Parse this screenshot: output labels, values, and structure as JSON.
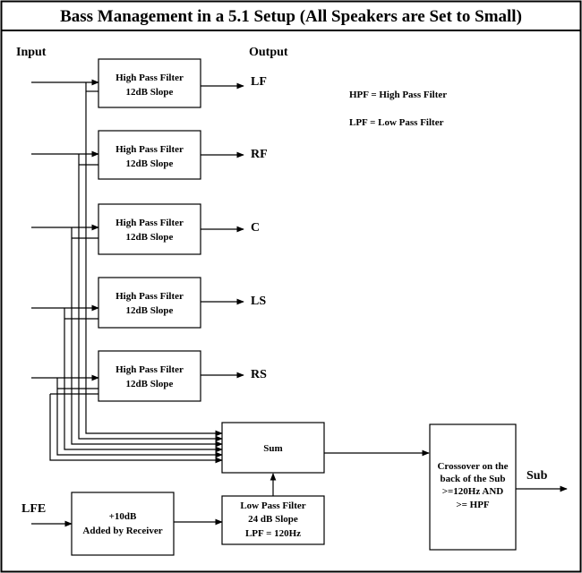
{
  "title": "Bass Management in a 5.1 Setup (All Speakers are Set to Small)",
  "input_label": "Input",
  "output_label": "Output",
  "hpf": {
    "line1": "High Pass Filter",
    "line2": "12dB Slope"
  },
  "outputs": [
    "LF",
    "RF",
    "C",
    "LS",
    "RS"
  ],
  "legend": {
    "hpf": "HPF = High Pass Filter",
    "lpf": "LPF = Low Pass Filter"
  },
  "sum_label": "Sum",
  "lfe_label": "LFE",
  "gain": {
    "line1": "+10dB",
    "line2": "Added by Receiver"
  },
  "lpf": {
    "line1": "Low Pass Filter",
    "line2": "24 dB Slope",
    "line3": "LPF = 120Hz"
  },
  "crossover": {
    "line1": "Crossover on the",
    "line2": "back of the Sub",
    "line3": ">=120Hz AND",
    "line4": ">= HPF"
  },
  "sub_label": "Sub"
}
